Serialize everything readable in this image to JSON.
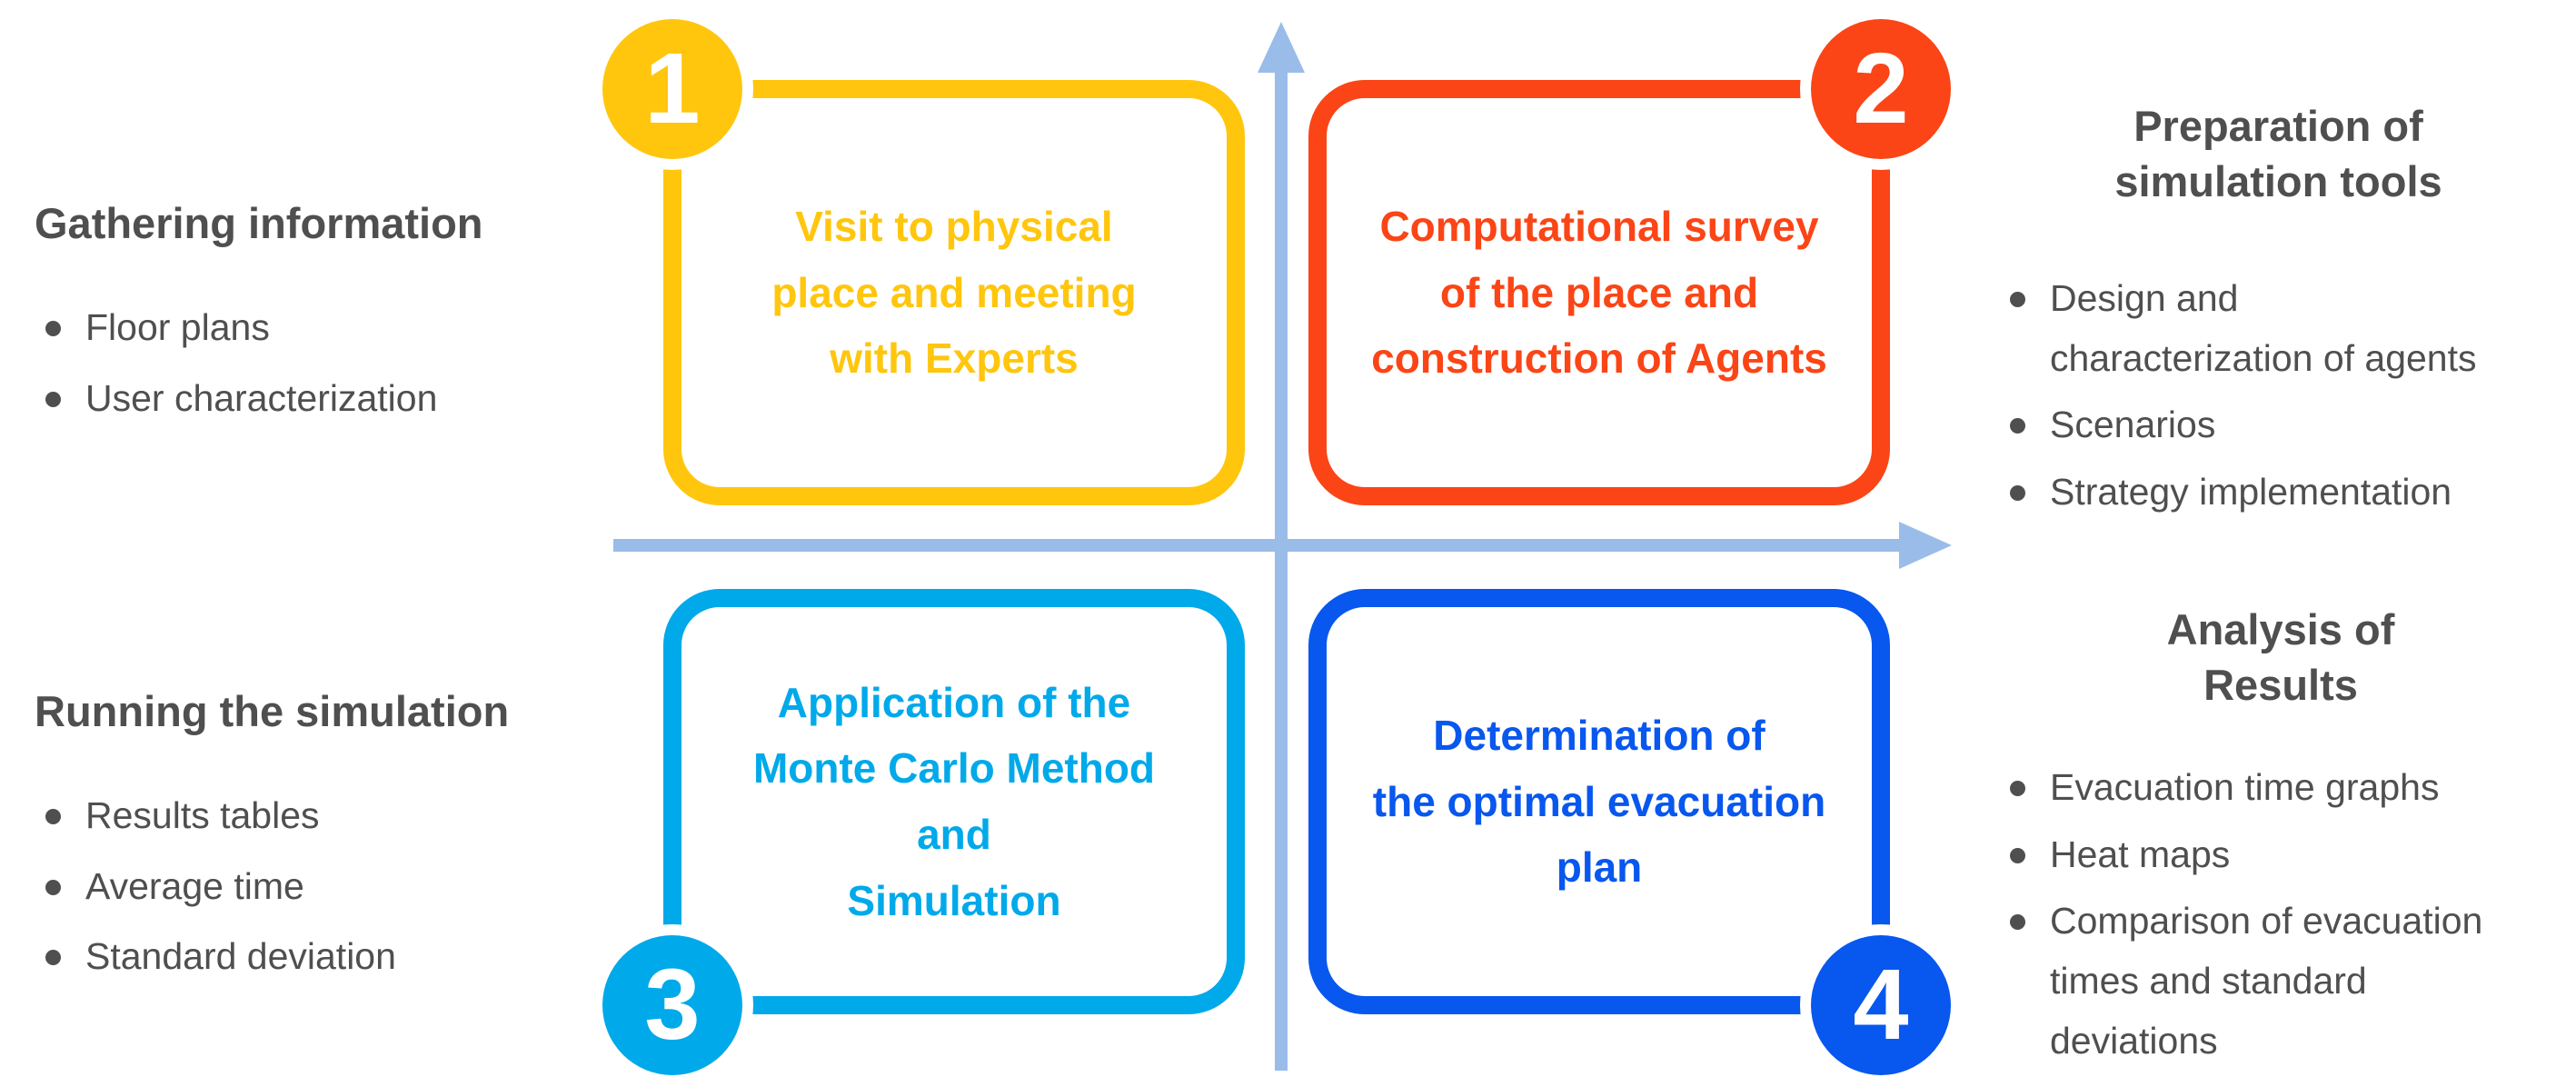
{
  "colors": {
    "step1_yellow": "#FFC60D",
    "step2_orange": "#FB4516",
    "step3_cyan": "#00A9EA",
    "step4_blue": "#0857EE",
    "axis_light_blue": "#9ABCE9",
    "text_gray": "#4F4F4F"
  },
  "quadrants": [
    {
      "number": "1",
      "label": "Visit to physical\nplace and meeting\nwith Experts"
    },
    {
      "number": "2",
      "label": "Computational survey\nof the place and\nconstruction of Agents"
    },
    {
      "number": "3",
      "label": "Application of the\nMonte Carlo Method\nand\nSimulation"
    },
    {
      "number": "4",
      "label": "Determination of\nthe optimal evacuation\nplan"
    }
  ],
  "panels": {
    "top_left": {
      "title": "Gathering information",
      "items": [
        "Floor plans",
        "User characterization"
      ]
    },
    "bottom_left": {
      "title": "Running the simulation",
      "items": [
        "Results tables",
        "Average time",
        "Standard deviation"
      ]
    },
    "top_right": {
      "title": "Preparation of\nsimulation tools",
      "items": [
        "Design and\ncharacterization of agents",
        "Scenarios",
        "Strategy implementation"
      ]
    },
    "bottom_right": {
      "title": "Analysis of\nResults",
      "items": [
        "Evacuation time graphs",
        "Heat maps",
        "Comparison of evacuation\ntimes and standard\ndeviations"
      ]
    }
  }
}
